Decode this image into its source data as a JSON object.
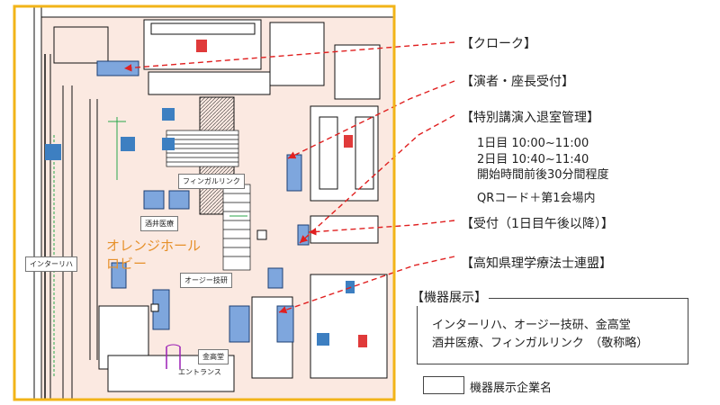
{
  "callouts": {
    "cloak": "【クローク】",
    "performer": "【演者・座長受付】",
    "special_lecture": "【特別講演入退室管理】",
    "reception": "【受付（1日目午後以降）】",
    "federation": "【高知県理学療法士連盟】"
  },
  "special_lecture_details": {
    "day1": "1日目 10:00~11:00",
    "day2": "2日目 10:40~11:40",
    "note": "開始時間前後30分間程度",
    "qr": "QRコード＋第1会場内"
  },
  "map_labels": {
    "fingal": "フィンガルリンク",
    "sakai": "酒井医療",
    "interreha": "インターリハ",
    "og": "オージー技研",
    "kintakado": "金高堂",
    "hall_line1": "オレンジホール",
    "hall_line2": "ロビー",
    "entrance": "エントランス"
  },
  "exhibit": {
    "title": "【機器展示】",
    "line1": "インターリハ、オージー技研、金高堂",
    "line2": "酒井医療、フィンガルリンク　（敬称略）"
  },
  "legend": {
    "label": "機器展示企業名"
  },
  "colors": {
    "map_border": "#f2b418",
    "floor": "#fbe9e1",
    "booth": "#7ea6dd",
    "dashed_arrow": "#e02020",
    "hall_text": "#e6902a",
    "wall": "#111111"
  }
}
